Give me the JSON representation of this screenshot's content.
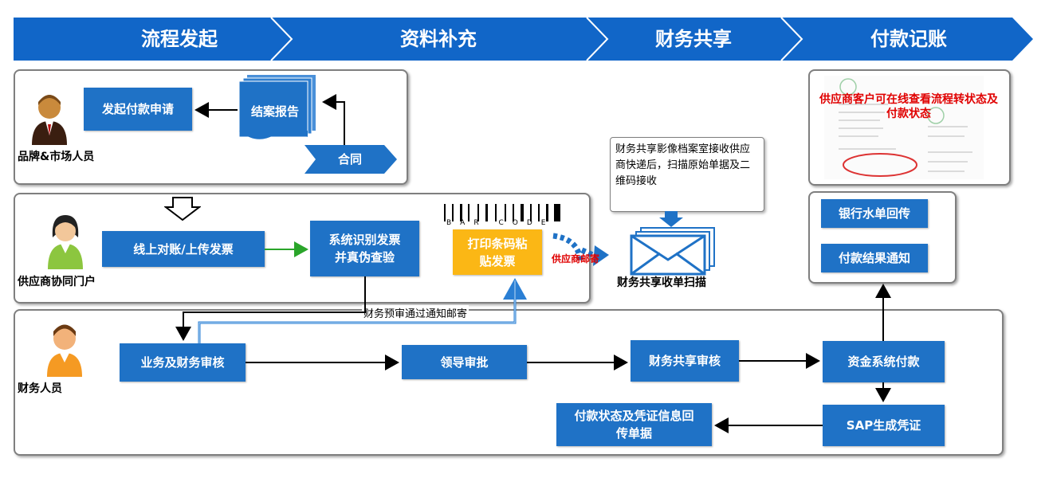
{
  "stages": [
    "流程发起",
    "资料补充",
    "财务共享",
    "付款记账"
  ],
  "roles": {
    "brand": "品牌&市场人员",
    "supplier": "供应商协同门户",
    "finance": "财务人员"
  },
  "boxes": {
    "initiate_payment": "发起付款申请",
    "settlement_report": "结案报告",
    "contract": "合同",
    "online_reconcile": "线上对账/上传发票",
    "system_identify": "系统识别发票并真伪查验",
    "print_barcode": "打印条码粘贴发票",
    "business_finance_review": "业务及财务审核",
    "leader_approval": "领导审批",
    "shared_review": "财务共享审核",
    "fund_payment": "资金系统付款",
    "sap_voucher": "SAP生成凭证",
    "status_return": "付款状态及凭证信息回传单据",
    "bank_receipt": "银行水单回传",
    "payment_notice": "付款结果通知"
  },
  "labels": {
    "supplier_mail": "供应商邮寄",
    "pre_review_mail": "财务预审通过通知邮寄",
    "shared_scan": "财务共享收单扫描",
    "archive_note": "财务共享影像档案室接收供应商快递后，扫描原始单据及二维码接收",
    "online_status": "供应商客户可在线查看流程转状态及付款状态",
    "barcode_text": "BAR CODE"
  },
  "colors": {
    "banner": "#1166c8",
    "box": "#1f72c6",
    "highlight": "#fbb715",
    "alert": "#e00000"
  },
  "icons": [
    "person-icon",
    "envelope-stack-icon",
    "barcode-icon",
    "document-icon",
    "down-arrow-icon"
  ]
}
